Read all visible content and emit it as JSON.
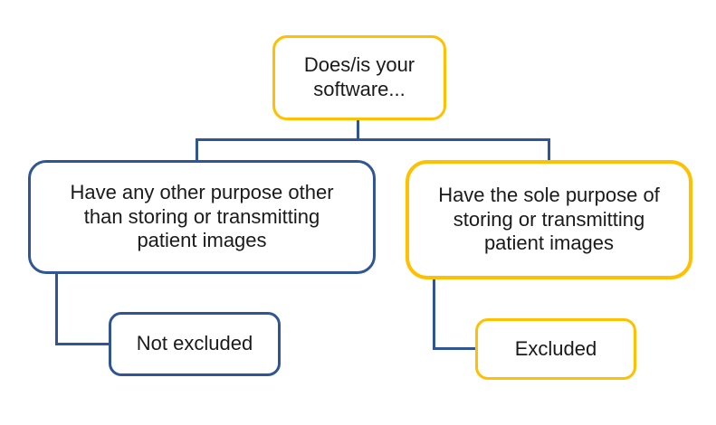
{
  "diagram": {
    "type": "decision-flowchart",
    "nodes": {
      "root": {
        "label": "Does/is your\nsoftware..."
      },
      "left_question": {
        "label": "Have any other purpose other\nthan storing or transmitting\npatient images"
      },
      "right_question": {
        "label": "Have the sole purpose of\nstoring or transmitting\npatient images"
      },
      "left_outcome": {
        "label": "Not excluded"
      },
      "right_outcome": {
        "label": "Excluded"
      }
    },
    "edges": [
      {
        "from": "root",
        "to": "left_question"
      },
      {
        "from": "root",
        "to": "right_question"
      },
      {
        "from": "left_question",
        "to": "left_outcome"
      },
      {
        "from": "right_question",
        "to": "right_outcome"
      }
    ],
    "colors": {
      "connector_blue": "#2F5597",
      "blue_border": "#2F5597",
      "yellow_border": "#FFC000",
      "text": "#1A1A1A",
      "background": "#FFFFFF"
    }
  }
}
